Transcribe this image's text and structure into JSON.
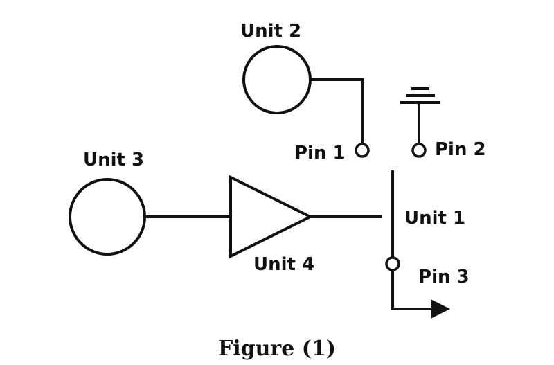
{
  "labels": {
    "unit2": "Unit 2",
    "unit3": "Unit 3",
    "unit4": "Unit 4",
    "unit1": "Unit 1",
    "pin1": "Pin 1",
    "pin2": "Pin 2",
    "pin3": "Pin 3"
  },
  "caption": "Figure (1)",
  "colors": {
    "ink": "#111111",
    "background": "#ffffff"
  }
}
